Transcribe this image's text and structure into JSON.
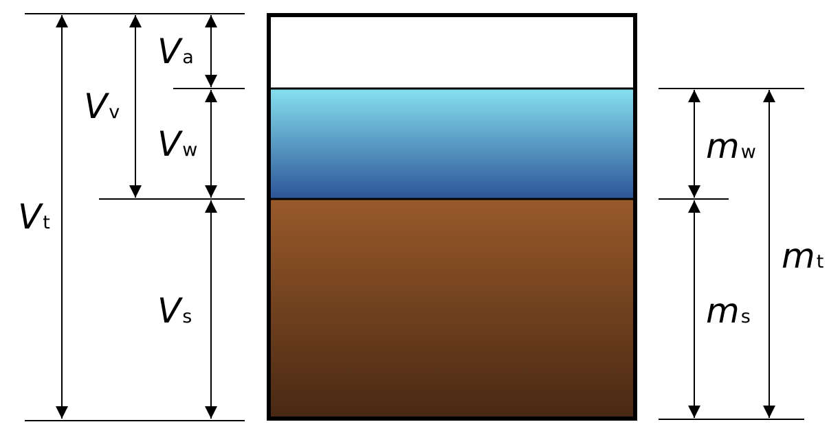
{
  "colors": {
    "water_top": "#86e0ef",
    "water_bottom": "#2c5597",
    "soil_top": "#995a2a",
    "soil_bottom": "#482813",
    "air": "#ffffff",
    "line": "#000000"
  },
  "labels": {
    "va": {
      "main": "V",
      "sub": "a"
    },
    "vv": {
      "main": "V",
      "sub": "v"
    },
    "vw": {
      "main": "V",
      "sub": "w"
    },
    "vt": {
      "main": "V",
      "sub": "t"
    },
    "vs": {
      "main": "V",
      "sub": "s"
    },
    "mw": {
      "main": "m",
      "sub": "w"
    },
    "mt": {
      "main": "m",
      "sub": "t"
    },
    "ms": {
      "main": "m",
      "sub": "s"
    }
  }
}
